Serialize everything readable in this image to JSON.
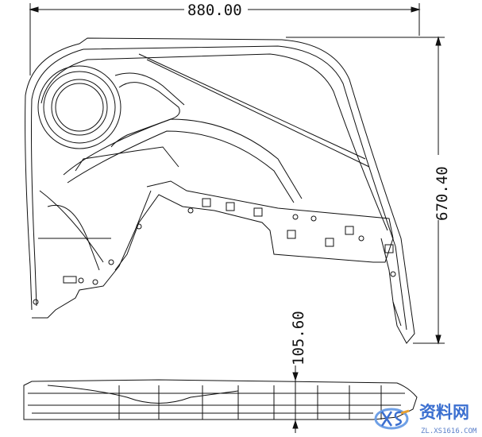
{
  "dimensions": {
    "width": "880.00",
    "height": "670.40",
    "thickness": "105.60"
  },
  "watermark": {
    "text": "资料网",
    "url": "ZL.XS1616.COM",
    "logo": "XS"
  },
  "colors": {
    "line": "#111111",
    "watermark": "#3b6fd0",
    "logo_accent": "#e8a030"
  }
}
